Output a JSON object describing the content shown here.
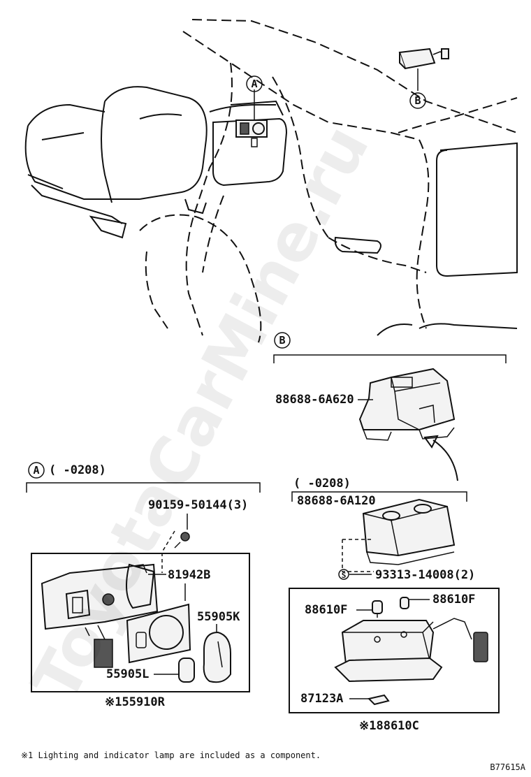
{
  "diagram": {
    "callout_a": "A",
    "callout_b": "B",
    "group_a_range": "(     -0208)",
    "group_b_range": "(     -0208)",
    "parts": {
      "p88688_6a620": "88688-6A620",
      "p88688_6a120": "88688-6A120",
      "p90159_50144": "90159-50144(3)",
      "p81942b": "81942B",
      "p55905k": "55905K",
      "p55905l": "55905L",
      "p55910r": "※155910R",
      "p93313_14008": "93313-14008(2)",
      "p88610f_left": "88610F",
      "p88610f_right": "88610F",
      "p87123a": "87123A",
      "p88610c": "※188610C",
      "s_symbol": "S"
    },
    "footnote": "※1 Lighting and indicator lamp are included as a component.",
    "drawing_code": "B77615A",
    "watermark": "ToyotaCarMine.ru"
  }
}
